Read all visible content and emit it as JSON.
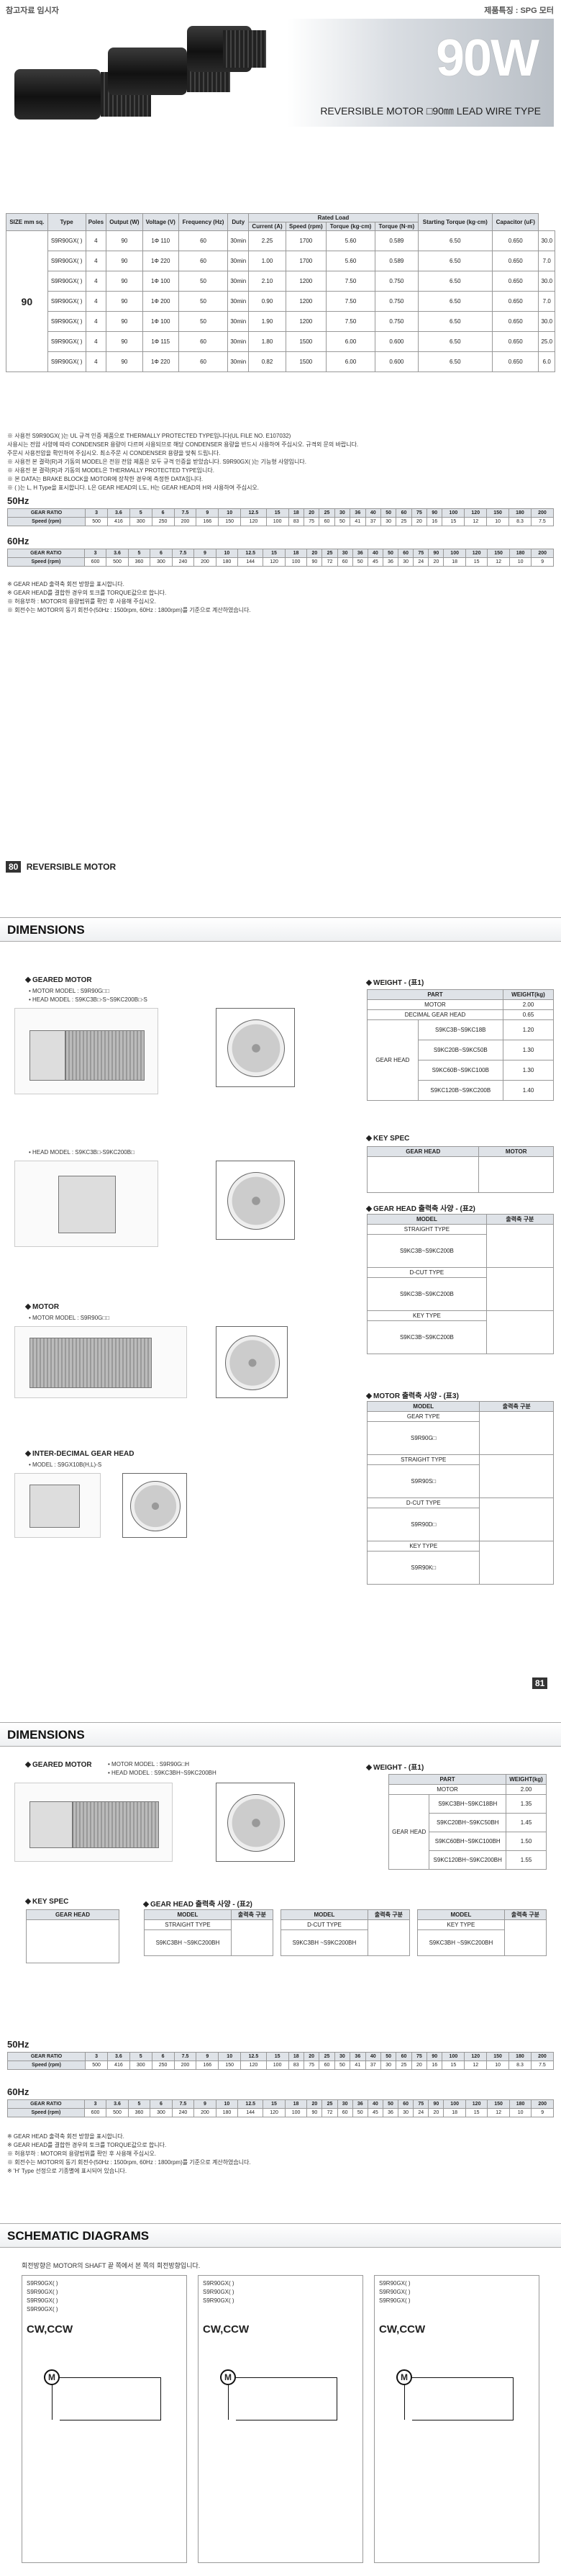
{
  "header": {
    "left_tag": "참고자료 임시자",
    "right_tag": "제품특징 : SPG 모터",
    "title": "90W",
    "subtitle": "REVERSIBLE MOTOR □90㎜ LEAD WIRE TYPE"
  },
  "spec_table": {
    "headers": [
      "SIZE mm sq.",
      "Type",
      "Poles",
      "Output (W)",
      "Voltage (V)",
      "Frequency (Hz)",
      "Duty",
      "Current (A)",
      "Speed (rpm)",
      "Torque (kg·cm)",
      "Torque (N·m)",
      "Starting Torque (kg·cm)",
      "Capacitor (uF)"
    ],
    "rated_load_label": "Rated Load",
    "size": "90",
    "rows": [
      [
        "S9R90GX( )",
        "4",
        "90",
        "1Φ 110",
        "60",
        "30min",
        "2.25",
        "1700",
        "5.60",
        "0.589",
        "6.50",
        "0.650",
        "30.0"
      ],
      [
        "S9R90GX( )",
        "4",
        "90",
        "1Φ 220",
        "60",
        "30min",
        "1.00",
        "1700",
        "5.60",
        "0.589",
        "6.50",
        "0.650",
        "7.0"
      ],
      [
        "S9R90GX( )",
        "4",
        "90",
        "1Φ 100",
        "50",
        "30min",
        "2.10",
        "1200",
        "7.50",
        "0.750",
        "6.50",
        "0.650",
        "30.0"
      ],
      [
        "S9R90GX( )",
        "4",
        "90",
        "1Φ 200",
        "50",
        "30min",
        "0.90",
        "1200",
        "7.50",
        "0.750",
        "6.50",
        "0.650",
        "7.0"
      ],
      [
        "S9R90GX( )",
        "4",
        "90",
        "1Φ 100",
        "50",
        "30min",
        "1.90",
        "1200",
        "7.50",
        "0.750",
        "6.50",
        "0.650",
        "30.0"
      ],
      [
        "S9R90GX( )",
        "4",
        "90",
        "1Φ 115",
        "60",
        "30min",
        "1.80",
        "1500",
        "6.00",
        "0.600",
        "6.50",
        "0.650",
        "25.0"
      ],
      [
        "S9R90GX( )",
        "4",
        "90",
        "1Φ 220",
        "60",
        "30min",
        "0.82",
        "1500",
        "6.00",
        "0.600",
        "6.50",
        "0.650",
        "6.0"
      ]
    ]
  },
  "notes": [
    "※ 사용전 S9R90GX( )는 UL 규격 인증 제품으로 THERMALLY PROTECTED TYPE입니다(UL FILE NO. E107032)",
    "   사용시는 전압 사양에 따라 CONDENSER 용량이 다르며 사용되므로 해당 CONDENSER 용량을 반드시 사용하여 주십시오. 규격외 문의 바랍니다.",
    "   주문시 사용전압을 확인하여 주십시오. 최소주문 시 CONDENSER 용량을 맞춰 드립니다.",
    "※ 사용전 본 결락(R)과 기동의 MODEL은 전원 전압 제품은 모두 규격 인증을 받았습니다. S9R90GX( )는 기능형 사양입니다.",
    "※ 사용전 본 결락(R)과 기동의 MODEL은 THERMALLY PROTECTED TYPE입니다.",
    "※ 본 DATA는 BRAKE BLOCK을 MOTOR에 장착한 경우에 측정한 DATA입니다.",
    "※ ( )는 L, H Type을 표시합니다. L은 GEAR HEAD의 L도, H는 GEAR HEAD의 H와 사용하여 주십시오."
  ],
  "hz50": {
    "title": "50Hz",
    "label_ratio": "GEAR RATIO",
    "label_speed": "Speed (rpm)",
    "ratios": [
      "3",
      "3.6",
      "5",
      "6",
      "7.5",
      "9",
      "10",
      "12.5",
      "15",
      "18",
      "20",
      "25",
      "30",
      "36",
      "40",
      "50",
      "60",
      "75",
      "90",
      "100",
      "120",
      "150",
      "180",
      "200"
    ],
    "speeds": [
      "500",
      "416",
      "300",
      "250",
      "200",
      "166",
      "150",
      "120",
      "100",
      "83",
      "75",
      "60",
      "50",
      "41",
      "37",
      "30",
      "25",
      "20",
      "16",
      "15",
      "12",
      "10",
      "8.3",
      "7.5"
    ]
  },
  "hz60": {
    "title": "60Hz",
    "label_ratio": "GEAR RATIO",
    "label_speed": "Speed (rpm)",
    "ratios": [
      "3",
      "3.6",
      "5",
      "6",
      "7.5",
      "9",
      "10",
      "12.5",
      "15",
      "18",
      "20",
      "25",
      "30",
      "36",
      "40",
      "50",
      "60",
      "75",
      "90",
      "100",
      "120",
      "150",
      "180",
      "200"
    ],
    "speeds": [
      "600",
      "500",
      "360",
      "300",
      "240",
      "200",
      "180",
      "144",
      "120",
      "100",
      "90",
      "72",
      "60",
      "50",
      "45",
      "36",
      "30",
      "24",
      "20",
      "18",
      "15",
      "12",
      "10",
      "9"
    ]
  },
  "hz_notes": [
    "※ GEAR HEAD 출력축 회전 방향을 표시합니다.",
    "※ GEAR HEAD를 결합한 경우의 토크를 TORQUE값으로 합니다.",
    "※ 허용부하 : MOTOR의 용량범위를 확인 후 사용해 주십시오.",
    "※ 회전수는 MOTOR의 동기 회전수(50Hz : 1500rpm, 60Hz : 1800rpm)를 기준으로 계산하였습니다."
  ],
  "page80": {
    "num": "80",
    "label": "REVERSIBLE MOTOR"
  },
  "page81": {
    "num": "81"
  },
  "dims1": {
    "title": "DIMENSIONS",
    "geared_label": "GEARED MOTOR",
    "geared_model": "• MOTOR MODEL : S9R90G□□",
    "geared_head": "• HEAD MODEL : S9KC3B□-S~S9KC200B□-S",
    "head_label": "• HEAD MODEL : S9KC3B□-S9KC200B□",
    "motor_label": "MOTOR",
    "motor_model": "• MOTOR MODEL : S9R90G□□",
    "inter_label": "INTER-DECIMAL GEAR HEAD",
    "inter_model": "• MODEL : S9GX10B(H,L)-S",
    "weight_title": "WEIGHT - (표1)",
    "weight_headers": [
      "PART",
      "WEIGHT(kg)"
    ],
    "weight_rows": [
      [
        "MOTOR",
        "2.00"
      ],
      [
        "DECIMAL GEAR HEAD",
        "0.65"
      ],
      [
        "S9KC3B~S9KC18B",
        "1.20"
      ],
      [
        "S9KC20B~S9KC50B",
        "1.30"
      ],
      [
        "S9KC60B~S9KC100B",
        "1.30"
      ],
      [
        "S9KC120B~S9KC200B",
        "1.40"
      ]
    ],
    "gear_head_label": "GEAR HEAD",
    "key_spec_title": "KEY SPEC",
    "key_spec_headers": [
      "GEAR HEAD",
      "MOTOR"
    ],
    "gear_out_title": "GEAR HEAD 출력축 사양 - (표2)",
    "gear_out_headers": [
      "MODEL",
      "출력축 구분"
    ],
    "gear_out_rows": [
      "STRAIGHT TYPE",
      "S9KC3B~S9KC200B",
      "D-CUT TYPE",
      "S9KC3B~S9KC200B",
      "KEY TYPE",
      "S9KC3B~S9KC200B"
    ],
    "motor_out_title": "MOTOR 출력축 사양 - (표3)",
    "motor_out_headers": [
      "MODEL",
      "출력축 구분"
    ],
    "motor_out_rows": [
      "GEAR TYPE",
      "S9R90G□",
      "STRAIGHT TYPE",
      "S9R90S□",
      "D-CUT TYPE",
      "S9R90D□",
      "KEY TYPE",
      "S9R90K□"
    ]
  },
  "dims2": {
    "title": "DIMENSIONS",
    "geared_label": "GEARED MOTOR",
    "motor_model": "• MOTOR MODEL : S9R90G□H",
    "head_model": "• HEAD MODEL : S9KC3BH~S9KC200BH",
    "weight_title": "WEIGHT - (표1)",
    "weight_headers": [
      "PART",
      "WEIGHT(kg)"
    ],
    "weight_rows": [
      [
        "MOTOR",
        "2.00"
      ],
      [
        "S9KC3BH~S9KC18BH",
        "1.35"
      ],
      [
        "S9KC20BH~S9KC50BH",
        "1.45"
      ],
      [
        "S9KC60BH~S9KC100BH",
        "1.50"
      ],
      [
        "S9KC120BH~S9KC200BH",
        "1.55"
      ]
    ],
    "gear_head_label": "GEAR HEAD",
    "key_spec_title": "KEY SPEC",
    "key_spec_headers": [
      "GEAR HEAD"
    ],
    "gear_out_title": "GEAR HEAD 출력축 사양 - (표2)",
    "gear_out_cols": [
      [
        "MODEL",
        "STRAIGHT TYPE",
        "S9KC3BH ~S9KC200BH"
      ],
      [
        "MODEL",
        "D-CUT TYPE",
        "S9KC3BH ~S9KC200BH"
      ],
      [
        "MODEL",
        "KEY TYPE",
        "S9KC3BH ~S9KC200BH"
      ]
    ]
  },
  "hz50b": {
    "title": "50Hz",
    "label_ratio": "GEAR RATIO",
    "label_speed": "Speed (rpm)",
    "ratios": [
      "3",
      "3.6",
      "5",
      "6",
      "7.5",
      "9",
      "10",
      "12.5",
      "15",
      "18",
      "20",
      "25",
      "30",
      "36",
      "40",
      "50",
      "60",
      "75",
      "90",
      "100",
      "120",
      "150",
      "180",
      "200"
    ],
    "speeds": [
      "500",
      "416",
      "300",
      "250",
      "200",
      "166",
      "150",
      "120",
      "100",
      "83",
      "75",
      "60",
      "50",
      "41",
      "37",
      "30",
      "25",
      "20",
      "16",
      "15",
      "12",
      "10",
      "8.3",
      "7.5"
    ]
  },
  "hz60b": {
    "title": "60Hz",
    "label_ratio": "GEAR RATIO",
    "label_speed": "Speed (rpm)",
    "ratios": [
      "3",
      "3.6",
      "5",
      "6",
      "7.5",
      "9",
      "10",
      "12.5",
      "15",
      "18",
      "20",
      "25",
      "30",
      "36",
      "40",
      "50",
      "60",
      "75",
      "90",
      "100",
      "120",
      "150",
      "180",
      "200"
    ],
    "speeds": [
      "600",
      "500",
      "360",
      "300",
      "240",
      "200",
      "180",
      "144",
      "120",
      "100",
      "90",
      "72",
      "60",
      "50",
      "45",
      "36",
      "30",
      "24",
      "20",
      "18",
      "15",
      "12",
      "10",
      "9"
    ]
  },
  "hz_notes_b": [
    "※ GEAR HEAD 출력축 회전 방향을 표시합니다.",
    "※ GEAR HEAD를 결합한 경우의 토크를 TORQUE값으로 합니다.",
    "※ 허용부하 : MOTOR의 용량범위를 확인 후 사용해 주십시오.",
    "※ 회전수는 MOTOR의 동기 회전수(50Hz : 1500rpm, 60Hz : 1800rpm)를 기준으로 계산하였습니다.",
    "※ 'H' Type 선정으로 기종별에 표시되어 있습니다."
  ],
  "schematic": {
    "title": "SCHEMATIC DIAGRAMS",
    "subtitle": "회전방향은 MOTOR의 SHAFT 끝 쪽에서 본 쪽의 회전방향입니다.",
    "box_models": [
      [
        "S9R90GX( )",
        "S9R90GX( )",
        "S9R90GX( )",
        "S9R90GX( )"
      ],
      [
        "S9R90GX( )",
        "S9R90GX( )",
        "S9R90GX( )"
      ],
      [
        "S9R90GX( )",
        "S9R90GX( )",
        "S9R90GX( )"
      ]
    ],
    "cw_label": "CW,CCW",
    "m_label": "M"
  }
}
